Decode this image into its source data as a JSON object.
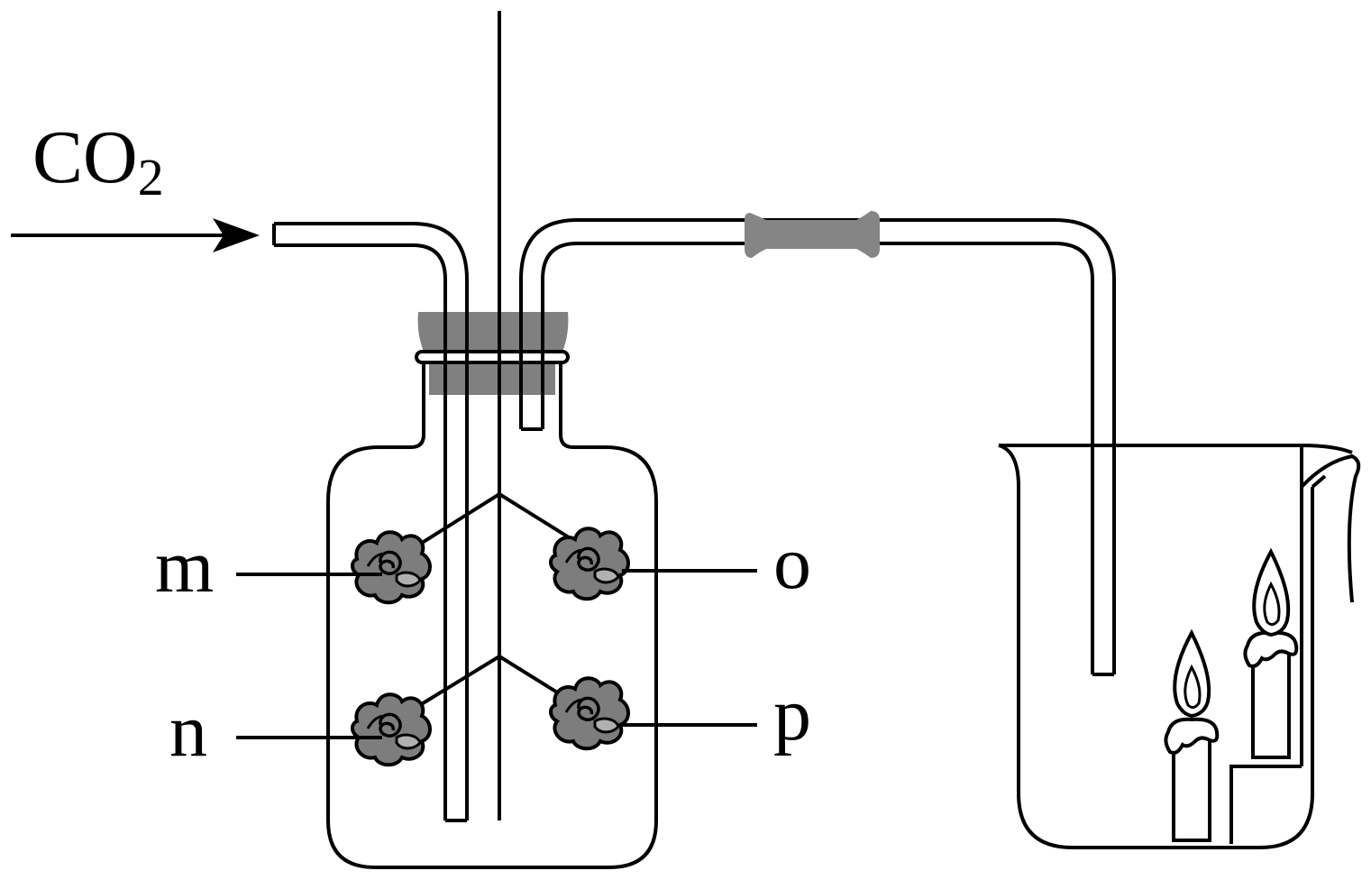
{
  "labels": {
    "gas_main": "CO",
    "gas_sub": "2",
    "m": "m",
    "n": "n",
    "o": "o",
    "p": "p"
  },
  "colors": {
    "stroke": "#000000",
    "stopper": "#808080",
    "rubber_tube": "#858585",
    "flower_dark": "#7d7d7d",
    "flower_light": "#b0b0b0",
    "background": "#ffffff"
  }
}
